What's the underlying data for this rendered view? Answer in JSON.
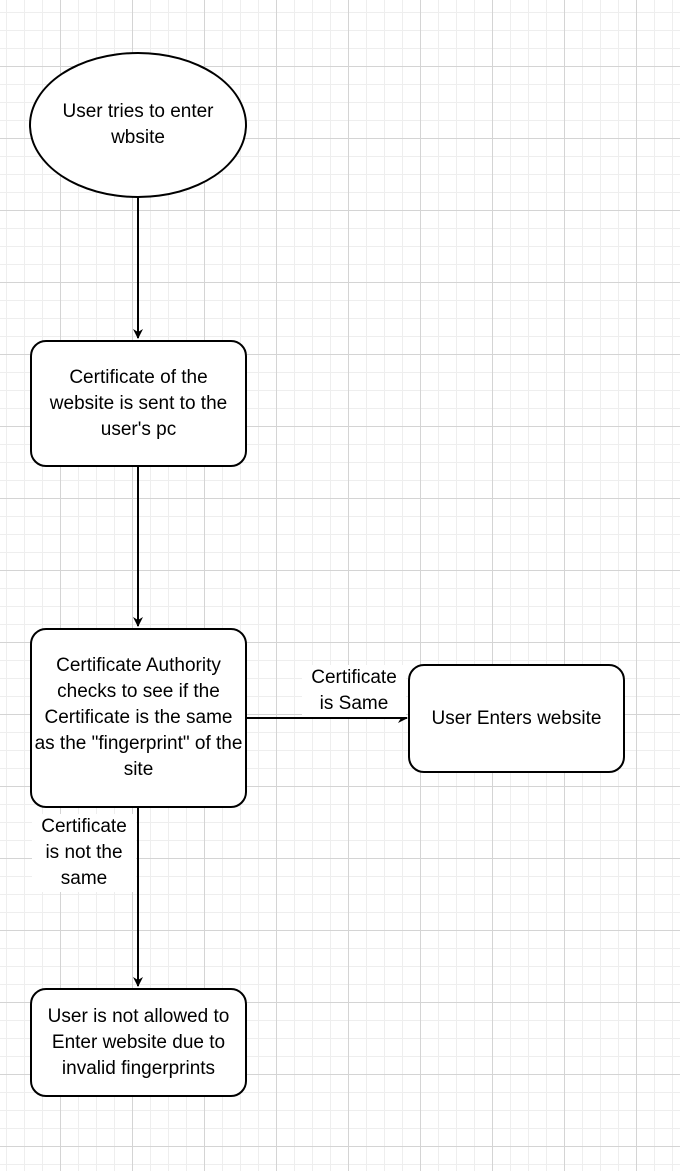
{
  "nodes": {
    "start": {
      "text": "User tries to enter wbsite"
    },
    "cert_sent": {
      "text": "Certificate of the website is sent to the user's pc"
    },
    "ca_check": {
      "text": "Certificate Authority checks to see if the Certificate is the same as the \"fingerprint\" of the site"
    },
    "enters": {
      "text": "User Enters website"
    },
    "denied": {
      "text": "User is not allowed to Enter website due to invalid fingerprints"
    }
  },
  "edges": {
    "same": {
      "label": "Certificate is Same"
    },
    "not_same": {
      "label": "Certificate is not the same"
    }
  },
  "colors": {
    "stroke": "#000000",
    "fill": "#ffffff",
    "grid_major": "#d4d4d4",
    "grid_minor": "#eeeeee"
  }
}
